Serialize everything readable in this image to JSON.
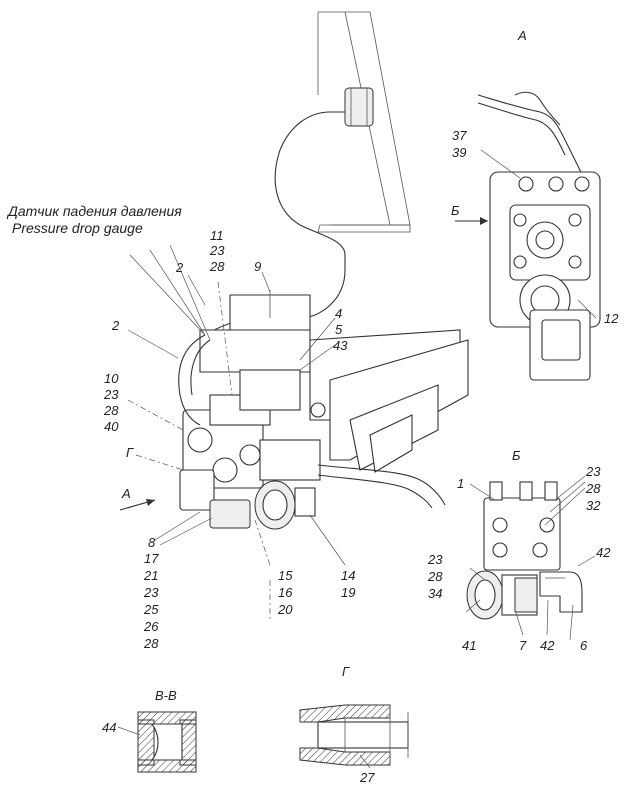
{
  "title": {
    "ru": "Датчик падения давления",
    "en": "Pressure drop gauge"
  },
  "view_labels": {
    "A_top": "А",
    "B": "Б",
    "G_main": "Г",
    "A_arrow": "А",
    "B_arrow": "Б",
    "VV": "В-В",
    "G_section": "Г"
  },
  "callouts": {
    "c2a": "2",
    "c2b": "2",
    "c11": "11",
    "c23a": "23",
    "c28a": "28",
    "c9": "9",
    "c4": "4",
    "c5": "5",
    "c43": "43",
    "c10": "10",
    "c23b": "23",
    "c28b": "28",
    "c40": "40",
    "c8": "8",
    "c17": "17",
    "c21": "21",
    "c23c": "23",
    "c25": "25",
    "c26": "26",
    "c28c": "28",
    "c15": "15",
    "c16": "16",
    "c20": "20",
    "c14": "14",
    "c19": "19",
    "c37": "37",
    "c39": "39",
    "c12": "12",
    "c1": "1",
    "c23d": "23",
    "c28d": "28",
    "c32": "32",
    "c42a": "42",
    "c23e": "23",
    "c28e": "28",
    "c34": "34",
    "c41": "41",
    "c7": "7",
    "c42b": "42",
    "c6": "6",
    "c44": "44",
    "c27": "27"
  }
}
